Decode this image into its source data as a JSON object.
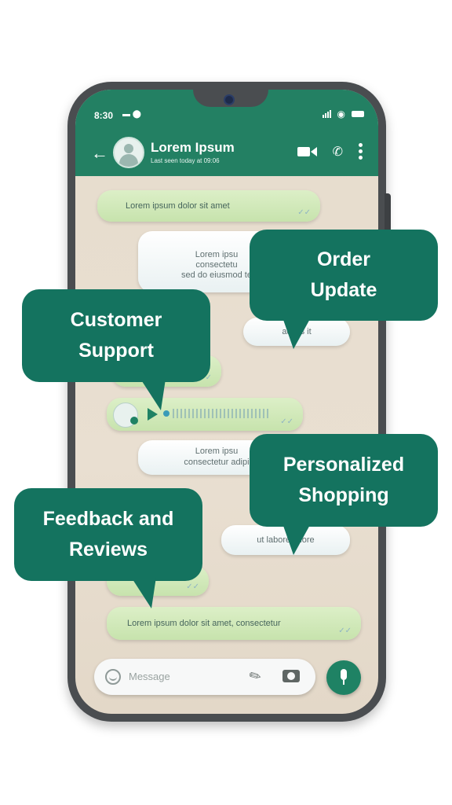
{
  "status": {
    "time": "8:30"
  },
  "contact": {
    "name": "Lorem Ipsum",
    "last_seen": "Last seen today at 09:06"
  },
  "messages": {
    "m1": "Lorem ipsum dolor sit amet",
    "m2_l1": "Lorem ipsu",
    "m2_l2": "consectetu",
    "m2_l3": "sed do eiusmod te",
    "m3": "adipis     it",
    "m5_l1": "Lorem ipsu",
    "m5_l2": "consectetur adipi",
    "m6": "ut labore e    lore",
    "m7": "Lorem ipsum dolor sit amet, consectetur"
  },
  "callouts": {
    "order": "Order Update",
    "support": "Customer Support",
    "shopping": "Personalized Shopping",
    "feedback": "Feedback and Reviews"
  },
  "input": {
    "placeholder": "Message"
  },
  "colors": {
    "header": "#238063",
    "callout": "#14735f",
    "bubble_green": "#d2e9bb"
  }
}
